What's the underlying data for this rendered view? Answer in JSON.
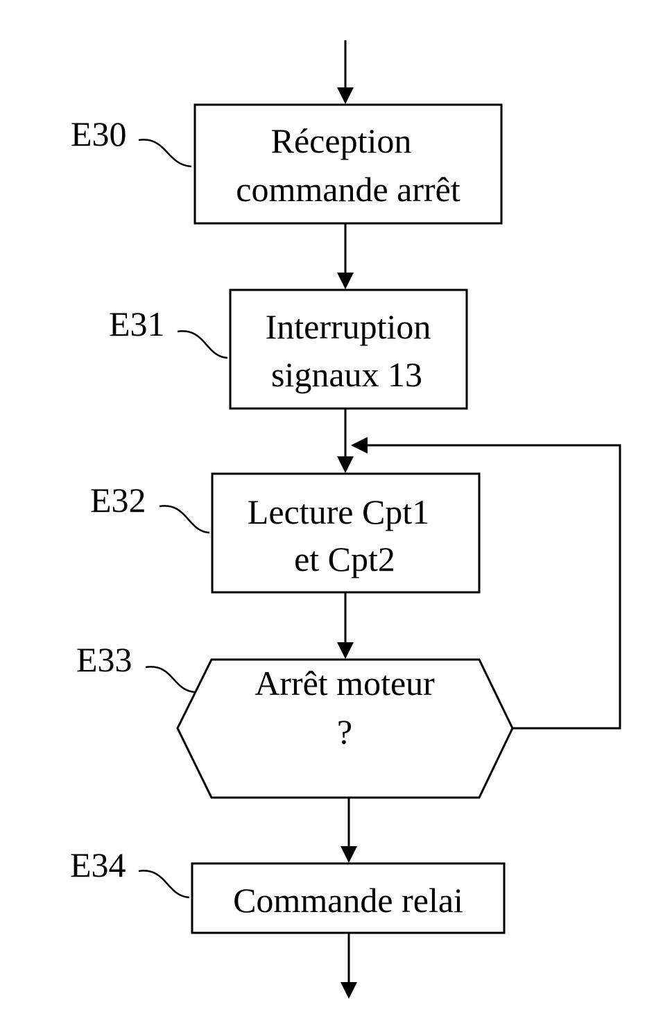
{
  "diagram": {
    "type": "flowchart",
    "steps": [
      {
        "id": "E30",
        "label": "E30",
        "lines": [
          "Réception",
          "commande arrêt"
        ],
        "shape": "rectangle"
      },
      {
        "id": "E31",
        "label": "E31",
        "lines": [
          "Interruption",
          "signaux 13"
        ],
        "shape": "rectangle"
      },
      {
        "id": "E32",
        "label": "E32",
        "lines": [
          "Lecture Cpt1",
          "et Cpt2"
        ],
        "shape": "rectangle"
      },
      {
        "id": "E33",
        "label": "E33",
        "lines": [
          "Arrêt moteur",
          "?"
        ],
        "shape": "hexagon-decision"
      },
      {
        "id": "E34",
        "label": "E34",
        "lines": [
          "Commande relai"
        ],
        "shape": "rectangle"
      }
    ],
    "edges": [
      {
        "from": "start",
        "to": "E30"
      },
      {
        "from": "E30",
        "to": "E31"
      },
      {
        "from": "E31",
        "to": "E32"
      },
      {
        "from": "E32",
        "to": "E33"
      },
      {
        "from": "E33",
        "to": "E32",
        "kind": "loop-back"
      },
      {
        "from": "E33",
        "to": "E34"
      },
      {
        "from": "E34",
        "to": "end"
      }
    ]
  }
}
